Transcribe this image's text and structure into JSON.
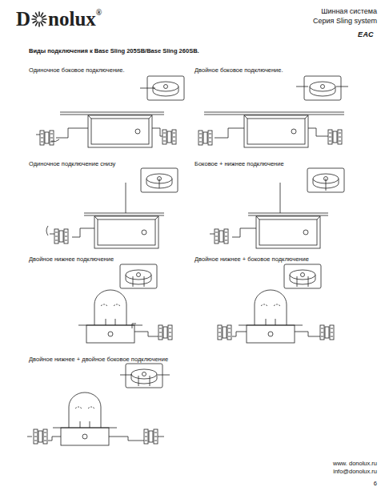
{
  "diagram": {
    "title": "Виды подключения к Base Sling 205SB/Base Sling 260SB.",
    "labels": [
      "D",
      "nolux",
      "®",
      "Шинная система",
      "Серия Sling system",
      "ЕАС",
      "Одиночное боковое подключение.",
      "Двойное боковое подключение.",
      "Одиночное подключение снизу",
      "Боковое + нижнее подключение",
      "Двойное нижнее подключение",
      "Двойное нижнее + боковое подключение",
      "Двойное нижнее + двойное боковое подключение",
      "www. donolux.ru",
      "info@donolux.ru",
      "6"
    ]
  }
}
